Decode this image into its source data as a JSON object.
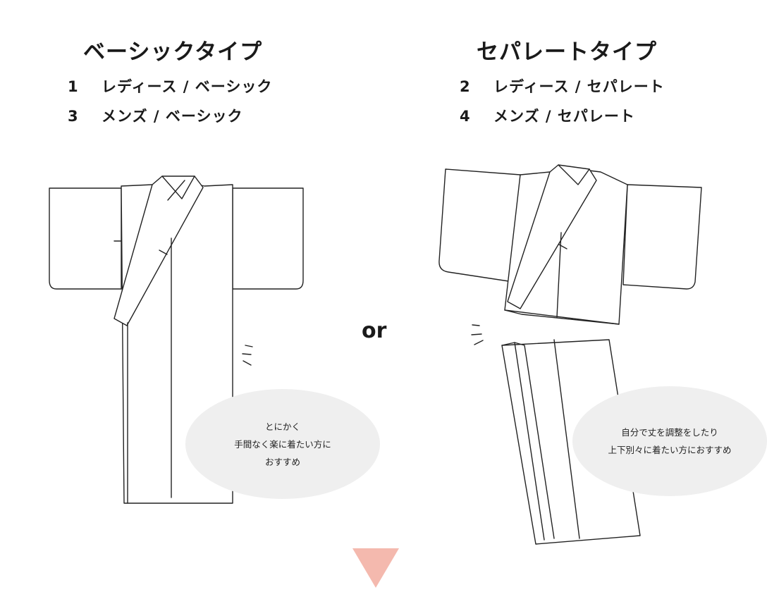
{
  "left": {
    "heading": "ベーシックタイプ",
    "items": [
      {
        "num": "1",
        "label": "レディース / ベーシック"
      },
      {
        "num": "3",
        "label": "メンズ / ベーシック"
      }
    ],
    "bubble": [
      "とにかく",
      "手間なく楽に着たい方に",
      "おすすめ"
    ]
  },
  "right": {
    "heading": "セパレートタイプ",
    "items": [
      {
        "num": "2",
        "label": "レディース / セパレート"
      },
      {
        "num": "4",
        "label": "メンズ / セパレート"
      }
    ],
    "bubble": [
      "自分で丈を調整をしたり",
      "上下別々に着たい方におすすめ"
    ]
  },
  "or_label": "or",
  "colors": {
    "arrow": "#f4b9ae",
    "bubble": "#efefef",
    "line": "#222222"
  },
  "icons": {
    "left_illustration": "basic-kimono-illustration",
    "right_illustration": "separate-kimono-illustration",
    "arrow": "triangle-down-icon"
  }
}
